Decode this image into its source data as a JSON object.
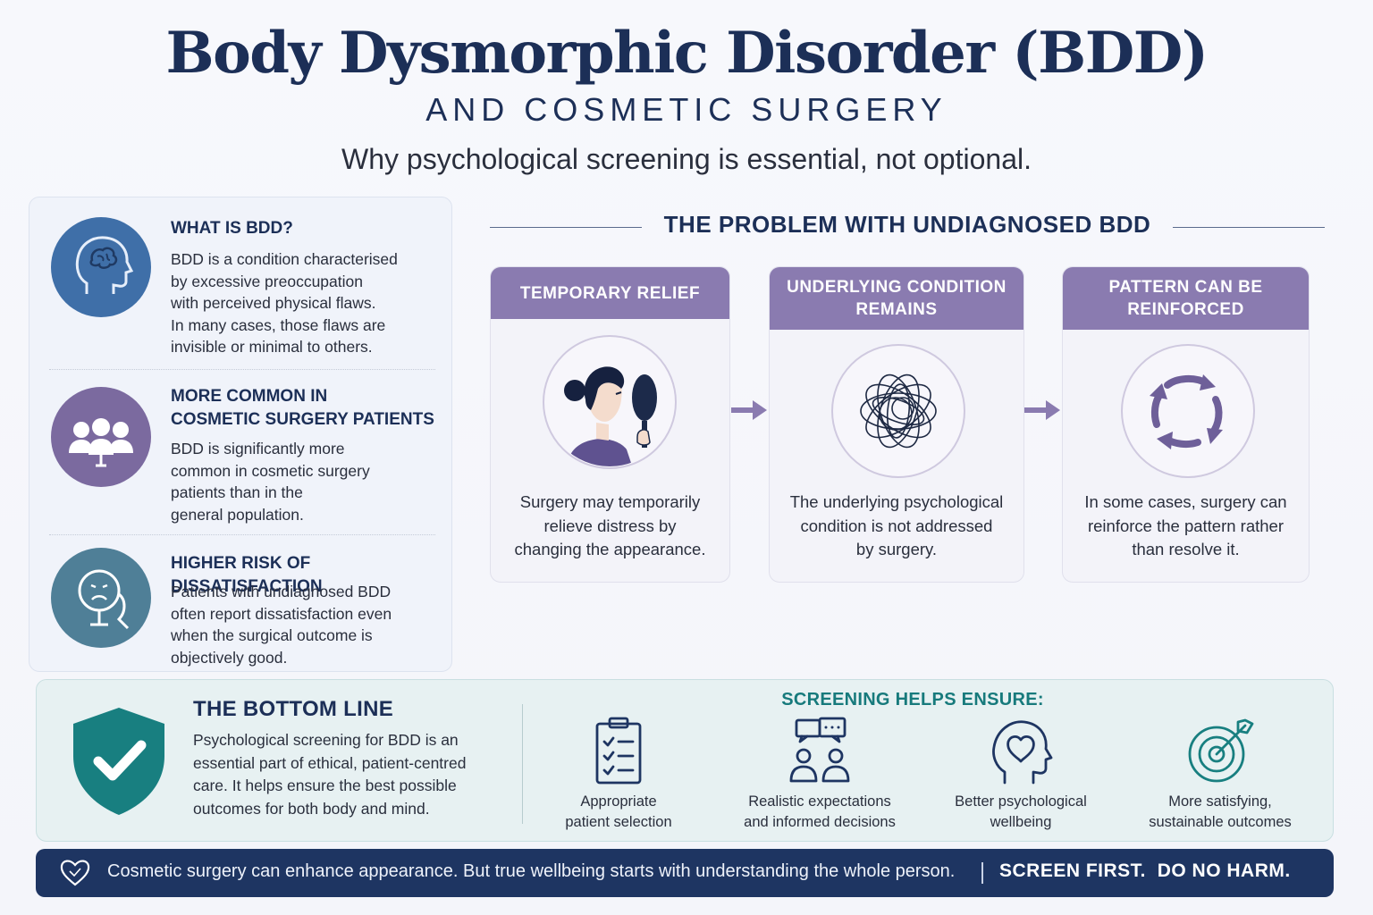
{
  "header": {
    "title": "Body Dysmorphic Disorder (BDD)",
    "subtitle": "AND COSMETIC SURGERY",
    "tagline": "Why psychological screening is essential, not optional."
  },
  "facts": [
    {
      "title": "WHAT IS BDD?",
      "body": "BDD is a condition characterised\nby excessive preoccupation\nwith perceived physical flaws.\nIn many cases, those flaws are\ninvisible or minimal to others.",
      "icon": "head-brain-icon",
      "color": "#3f6fa8"
    },
    {
      "title": "MORE COMMON IN\nCOSMETIC SURGERY PATIENTS",
      "body": "BDD is significantly more\ncommon in cosmetic surgery\npatients than in the\ngeneral population.",
      "icon": "group-people-icon",
      "color": "#7b6a9f"
    },
    {
      "title": "HIGHER RISK OF DISSATISFACTION",
      "body": "Patients with undiagnosed BDD\noften report dissatisfaction even\nwhen the surgical outcome is\nobjectively good.",
      "icon": "sad-face-mirror-icon",
      "color": "#4f7f97"
    }
  ],
  "problem": {
    "heading": "THE PROBLEM WITH UNDIAGNOSED BDD",
    "cards": [
      {
        "title": "TEMPORARY RELIEF",
        "text": "Surgery may temporarily\nrelieve distress by\nchanging the appearance.",
        "icon": "woman-mirror-icon"
      },
      {
        "title": "UNDERLYING CONDITION\nREMAINS",
        "text": "The underlying psychological\ncondition is not addressed\nby surgery.",
        "icon": "tangled-scribble-icon"
      },
      {
        "title": "PATTERN CAN BE\nREINFORCED",
        "text": "In some cases, surgery can\nreinforce the pattern rather\nthan resolve it.",
        "icon": "cycle-arrows-icon"
      }
    ]
  },
  "bottom_line": {
    "title": "THE BOTTOM LINE",
    "body": "Psychological screening for BDD is an\nessential part of ethical, patient-centred\ncare. It helps ensure the best possible\noutcomes for both body and mind.",
    "icon": "shield-check-icon",
    "screening_title": "SCREENING HELPS ENSURE:",
    "benefits": [
      {
        "label": "Appropriate\npatient selection",
        "icon": "clipboard-checklist-icon"
      },
      {
        "label": "Realistic expectations\nand informed decisions",
        "icon": "conversation-people-icon"
      },
      {
        "label": "Better psychological\nwellbeing",
        "icon": "head-heart-icon"
      },
      {
        "label": "More satisfying,\nsustainable outcomes",
        "icon": "target-arrow-icon"
      }
    ]
  },
  "banner": {
    "message": "Cosmetic surgery can enhance appearance. But true wellbeing starts with understanding the whole person.",
    "cta": "SCREEN FIRST.  DO NO HARM.",
    "icon": "heart-outline-icon"
  },
  "colors": {
    "navy": "#1c2f57",
    "lavender": "#8a7bb0",
    "teal": "#177a7c",
    "banner": "#1e3562"
  }
}
